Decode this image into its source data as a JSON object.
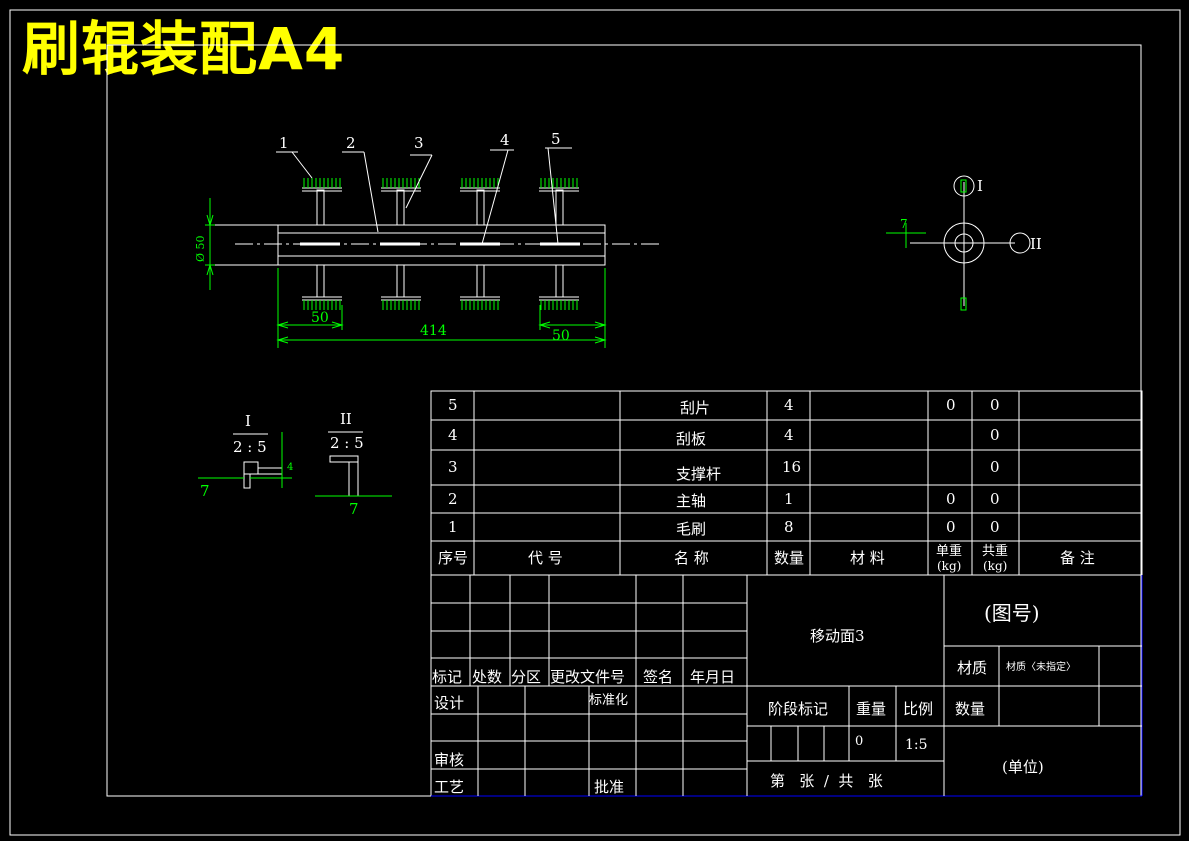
{
  "title": "刷辊装配A4",
  "balloons": [
    "1",
    "2",
    "3",
    "4",
    "5"
  ],
  "dims": {
    "diameter": "Ø 50",
    "overall": "414",
    "left_end": "50",
    "right_end": "50",
    "side_offset": "7",
    "detail1_width": "7",
    "detail1_height": "4",
    "detail2_width": "7"
  },
  "side_view": {
    "label1": "I",
    "label2": "II"
  },
  "details": [
    {
      "name": "I",
      "scale": "2 : 5"
    },
    {
      "name": "II",
      "scale": "2 : 5"
    }
  ],
  "bom": {
    "rows": [
      {
        "no": "5",
        "name": "刮片",
        "qty": "4",
        "unit_wt": "0",
        "total_wt": "0"
      },
      {
        "no": "4",
        "name": "刮板",
        "qty": "4",
        "unit_wt": "",
        "total_wt": "0"
      },
      {
        "no": "3",
        "name": "支撑杆",
        "qty": "16",
        "unit_wt": "",
        "total_wt": "0"
      },
      {
        "no": "2",
        "name": "主轴",
        "qty": "1",
        "unit_wt": "0",
        "total_wt": "0"
      },
      {
        "no": "1",
        "name": "毛刷",
        "qty": "8",
        "unit_wt": "0",
        "total_wt": "0"
      }
    ],
    "headers": {
      "no": "序号",
      "code": "代 号",
      "name": "名 称",
      "qty": "数量",
      "material": "材 料",
      "unit_wt": "单重",
      "total_wt": "共重",
      "kg": "(kg)",
      "note": "备 注"
    }
  },
  "titleblock": {
    "part_name": "移动面3",
    "drawing_no": "(图号)",
    "material_label": "材质",
    "material_value": "材质〈未指定〉",
    "quantity_label": "数量",
    "company": "(单位)",
    "rev_headers": [
      "标记",
      "处数",
      "分区",
      "更改文件号",
      "签名",
      "年月日"
    ],
    "design": "设计",
    "standardize": "标准化",
    "review": "审核",
    "process": "工艺",
    "approve": "批准",
    "stage_mark": "阶段标记",
    "weight": "重量",
    "scale": "比例",
    "weight_value": "0",
    "scale_value": "1:5",
    "sheet_text": "第   张  /  共   张"
  }
}
